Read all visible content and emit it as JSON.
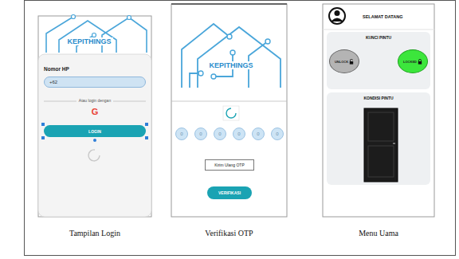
{
  "diagram": {
    "nodes": [
      {
        "text": [
          "Tampilan Login"
        ]
      },
      {
        "text": [
          "+62"
        ],
        "in": 0
      },
      {
        "text": [
          "LOGIN"
        ],
        "in": 0
      },
      {
        "text": [
          "Verifikasi OTP"
        ]
      },
      {
        "text": [
          "0"
        ],
        "in": 3
      },
      {
        "text": [
          "0"
        ],
        "in": 3
      },
      {
        "text": [
          "0"
        ],
        "in": 3
      },
      {
        "text": [
          "0"
        ],
        "in": 3
      },
      {
        "text": [
          "0"
        ],
        "in": 3
      },
      {
        "text": [
          "0"
        ],
        "in": 3
      },
      {
        "text": [
          "Kirim Ulang OTP"
        ],
        "in": 3
      },
      {
        "text": [
          "VERIFIKASI"
        ],
        "in": 3
      },
      {
        "text": [
          "Menu Uama"
        ]
      },
      {
        "text": [
          "SELAMAT DATANG"
        ],
        "in": 12
      },
      {
        "text": [
          "KUNCI PINTU"
        ],
        "in": 12
      },
      {
        "text": [
          "UNLOCK"
        ],
        "in": 14
      },
      {
        "text": [
          "LOCKED"
        ],
        "in": 14
      },
      {
        "text": [
          "KONDISI PINTU"
        ],
        "in": 12
      }
    ],
    "labels": [
      "KEPITHINGS",
      "Nomor HP",
      "Atau login dengan",
      "G",
      "KEPITHINGS"
    ]
  }
}
